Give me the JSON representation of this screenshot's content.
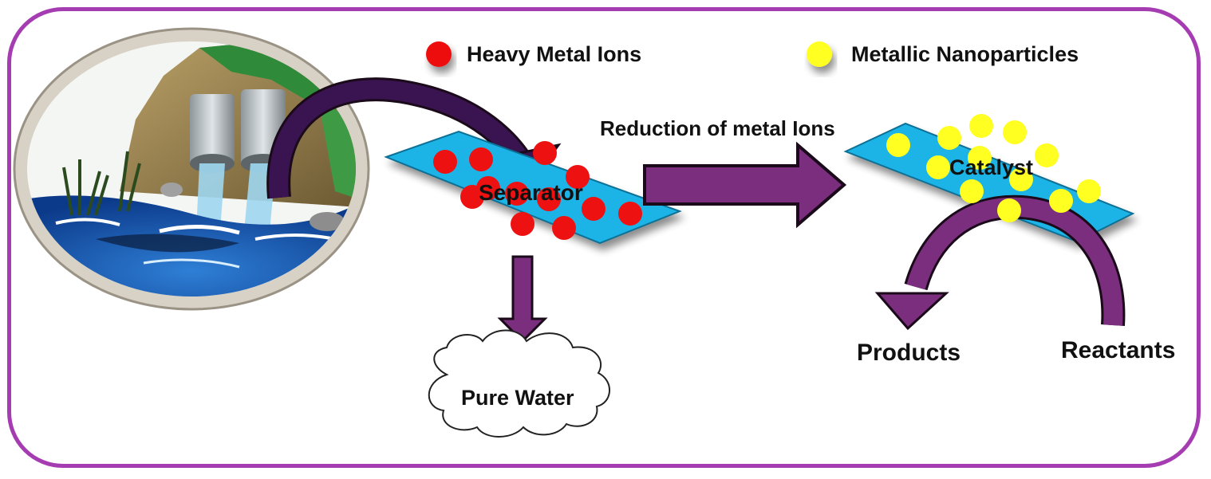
{
  "legend": {
    "heavy_metal_ions": {
      "label": "Heavy Metal Ions",
      "color": "#ee1111"
    },
    "metallic_nanoparticles": {
      "label": "Metallic  Nanoparticles",
      "color": "#ffff22"
    }
  },
  "process": {
    "reduction_label": "Reduction of metal Ions",
    "separator_label": "Separator",
    "catalyst_label": "Catalyst",
    "pure_water_label": "Pure Water",
    "products_label": "Products",
    "reactants_label": "Reactants"
  },
  "colors": {
    "frame": "#a63cb2",
    "arrow_fill": "#7b2e7e",
    "arrow_stroke": "#1a0a1a",
    "curved_arrow_dark": "#3a1450",
    "sheet": "#1fb4e6"
  },
  "icons": {
    "wastewater_illustration": "sewage-pipes-discharging-into-river-icon",
    "cloud": "cloud-shape"
  }
}
